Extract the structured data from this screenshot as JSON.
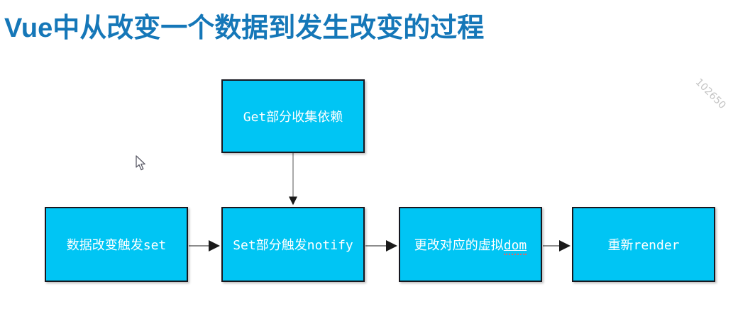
{
  "title": "Vue中从改变一个数据到发生改变的过程",
  "watermark": "102650",
  "colors": {
    "node_fill": "#00c5f4",
    "node_border": "#17171f",
    "title_color": "#1577b8",
    "connector_line": "#8c8c8c",
    "arrowhead": "#1a1a1a"
  },
  "diagram": {
    "nodes": {
      "get": {
        "label": "Get部分收集依赖"
      },
      "set_trigger": {
        "label": "数据改变触发set"
      },
      "notify": {
        "label": "Set部分触发notify"
      },
      "vdom": {
        "label_prefix": "更改对应的虚拟",
        "label_link": "dom"
      },
      "render": {
        "label": "重新render"
      }
    },
    "edges": [
      {
        "from": "get",
        "to": "notify"
      },
      {
        "from": "set_trigger",
        "to": "notify"
      },
      {
        "from": "notify",
        "to": "vdom"
      },
      {
        "from": "vdom",
        "to": "render"
      }
    ]
  }
}
